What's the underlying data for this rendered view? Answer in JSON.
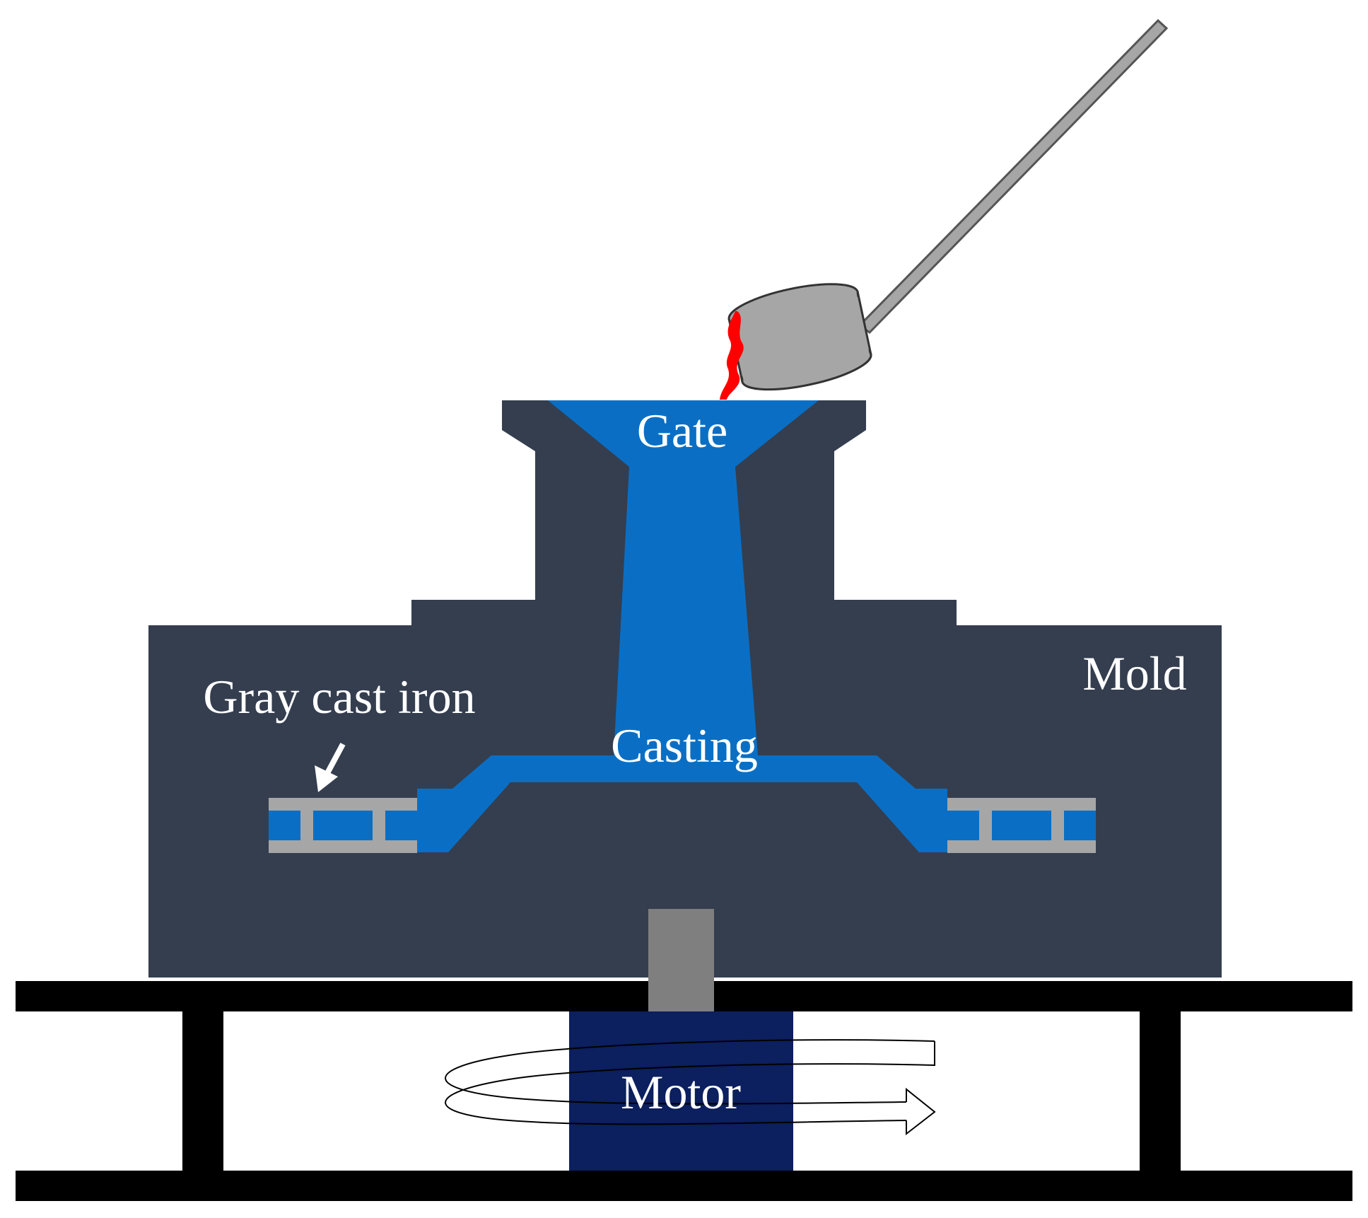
{
  "labels": {
    "gate": "Gate",
    "mold": "Mold",
    "gray_cast_iron": "Gray cast iron",
    "casting": "Casting",
    "motor": "Motor"
  },
  "colors": {
    "mold": "#343e4f",
    "casting": "#0a6fc4",
    "gray_cast_iron": "#a6a6a6",
    "ladle": "#a6a6a6",
    "molten_metal": "#ff0000",
    "shaft": "#7f7f7f",
    "motor": "#0c1f5e",
    "frame": "#000000"
  }
}
